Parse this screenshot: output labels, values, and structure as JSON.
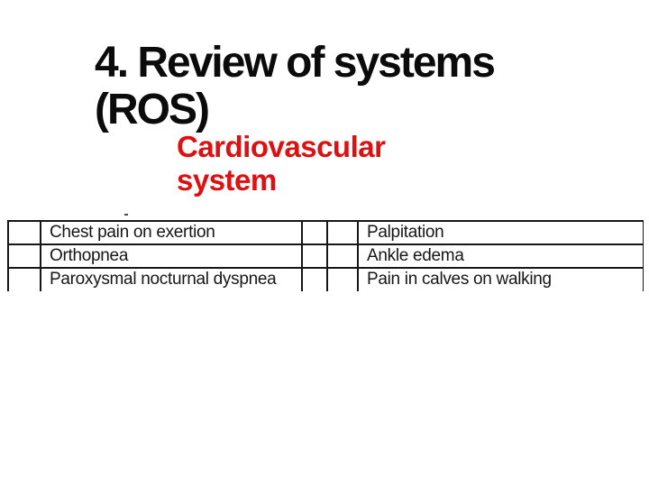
{
  "slide": {
    "title": {
      "line1": "4. Review of systems",
      "line2": "(ROS)"
    },
    "subtitle": {
      "line1": "Cardiovascular",
      "line2": "system",
      "color": "#dd1111"
    }
  },
  "ros_table": {
    "columns": [
      "checkbox-left",
      "symptom-left",
      "spacer",
      "checkbox-right",
      "symptom-right"
    ],
    "rows": [
      {
        "check_left": "",
        "symptom_left": "Chest pain on exertion",
        "spacer": "",
        "check_right": "",
        "symptom_right": "Palpitation"
      },
      {
        "check_left": "",
        "symptom_left": "Orthopnea",
        "spacer": "",
        "check_right": "",
        "symptom_right": "Ankle edema"
      },
      {
        "check_left": "",
        "symptom_left": "Paroxysmal nocturnal dyspnea",
        "spacer": "",
        "check_right": "",
        "symptom_right": "Pain in calves on walking"
      }
    ]
  }
}
